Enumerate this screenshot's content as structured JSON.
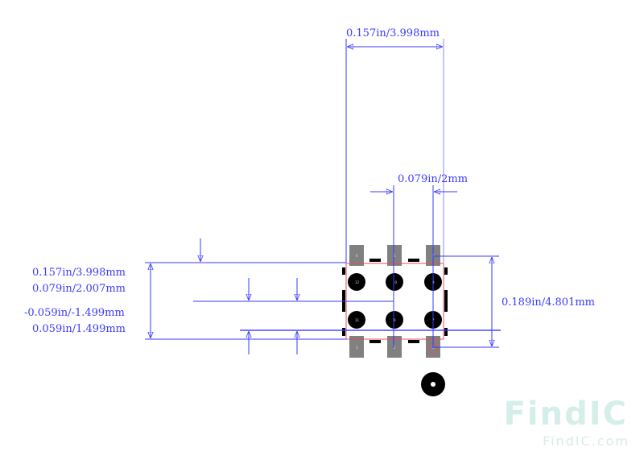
{
  "dimensions": {
    "top_width": "0.157in/3.998mm",
    "pitch": "0.079in/2mm",
    "right_height": "0.189in/4.801mm",
    "left_height_a": "0.157in/3.998mm",
    "left_height_b": "0.079in/2.007mm",
    "left_offset_a": "-0.059in/-1.499mm",
    "left_offset_b": "0.059in/1.499mm"
  },
  "pads": [
    "6",
    "5",
    "4",
    "3",
    "2",
    "1"
  ],
  "balls": [
    "12",
    "10",
    "8",
    "11",
    "9",
    "7"
  ],
  "logo": {
    "name": "FindIC",
    "url": "FindIC.com"
  },
  "colors": {
    "dimension": "#3a3aff",
    "pad": "#808080",
    "outline": "#e05060"
  }
}
